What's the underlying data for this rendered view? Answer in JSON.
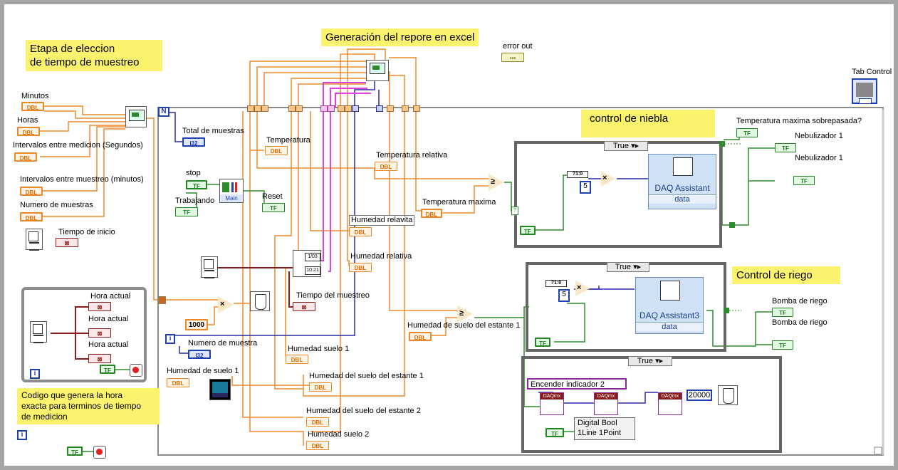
{
  "notes": {
    "sampling_stage": "Etapa de eleccion\nde tiempo de muestreo",
    "excel_report": "Generación del repore en excel",
    "fog_control": "control de niebla",
    "irrigation_control": "Control de riego",
    "clock_code": "Codigo que genera la hora\nexacta para terminos de tiempo\nde medicion"
  },
  "labels": {
    "minutos": "Minutos",
    "horas": "Horas",
    "intervalos_medicion": "Intervalos entre medicion (Segundos)",
    "intervalos_muestreo": "Intervalos entre muestreo (minutos)",
    "numero_muestras": "Numero de muestras",
    "tiempo_inicio": "Tiempo de inicio",
    "hora_actual": "Hora actual",
    "total_muestras": "Total de muestras",
    "temperatura": "Temperatura",
    "stop": "stop",
    "trabajando": "Trabajando",
    "reset": "Reset",
    "main": "Main",
    "temperatura_relativa": "Temperatura relativa",
    "temperatura_maxima": "Temperatura maxima",
    "humedad_relavita": "Humedad relavita",
    "humedad_relativa": "Humedad relativa",
    "tiempo_muestreo": "Tiempo del muestreo",
    "numero_muestra": "Numero de muestra",
    "humedad_suelo_1": "Humedad suelo 1",
    "humedad_de_suelo_1": "Humedad de suelo 1",
    "humedad_suelo_estante_1": "Humedad del suelo del estante 1",
    "humedad_suelo_estante_2": "Humedad del suelo del estante 2",
    "humedad_suelo_2": "Humedad suelo 2",
    "humedad_suelo_del_estante_1": "Humedad de suelo del estante 1",
    "error_out": "error out",
    "tab_control": "Tab Control",
    "temp_max_sobrepasada": "Temperatura maxima sobrepasada?",
    "nebulizador_1": "Nebulizador 1",
    "bomba_riego": "Bomba de riego",
    "daq_assistant": "DAQ Assistant",
    "daq_assistant3": "DAQ Assistant3",
    "data": "data",
    "encender_indicador": "Encender indicador 2",
    "digital_bool": "Digital Bool\n1Line 1Point",
    "case_true": "True",
    "const_1000": "1000",
    "const_5": "5",
    "const_20000": "20000",
    "loop_n": "N",
    "loop_i": "i",
    "daqmx": "DAQmx"
  },
  "terminals": {
    "dbl": "DBL",
    "tf": "TF",
    "i32": "I32"
  },
  "colors": {
    "orange_wire": "#ee8a2c",
    "blue_wire": "#2a2aa8",
    "green_wire": "#2f8a2f",
    "pink_wire": "#e040d8",
    "brown_wire": "#8a1b1b",
    "note_bg": "#fbf36d"
  }
}
